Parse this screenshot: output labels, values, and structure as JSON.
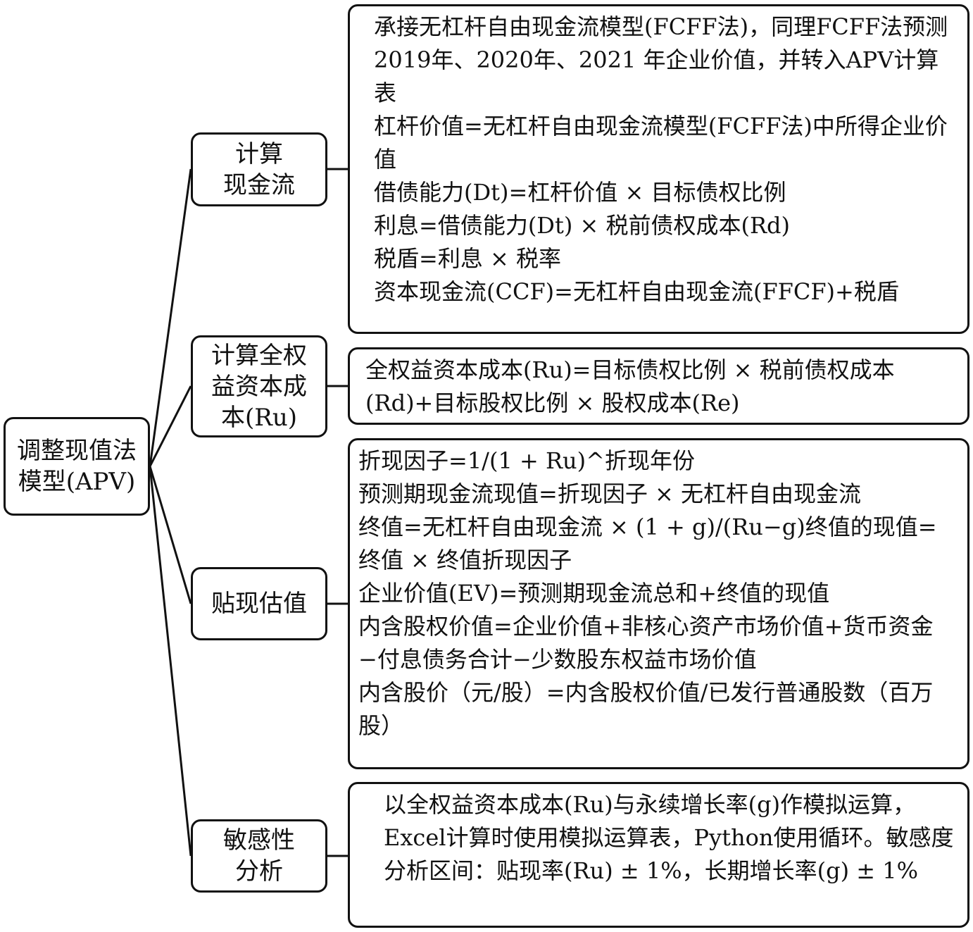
{
  "root": {
    "line1": "调整现值法",
    "line2": "模型(APV)"
  },
  "branches": [
    {
      "label_lines": [
        "计算",
        "现金流"
      ],
      "details": [
        "承接无杠杆自由现金流模型(FCFF法)，同理FCFF法预测2019年、2020年、2021 年企业价值，并转入APV计算表",
        "杠杆价值=无杠杆自由现金流模型(FCFF法)中所得企业价值",
        "借债能力(Dt)=杠杆价值 × 目标债权比例",
        "利息=借债能力(Dt) × 税前债权成本(Rd)",
        "税盾=利息 × 税率",
        "资本现金流(CCF)=无杠杆自由现金流(FFCF)+税盾"
      ]
    },
    {
      "label_lines": [
        "计算全权",
        "益资本成",
        "本(Ru)"
      ],
      "details": [
        "全权益资本成本(Ru)=目标债权比例 × 税前债权成本(Rd)+目标股权比例 × 股权成本(Re)"
      ]
    },
    {
      "label_lines": [
        "贴现估值"
      ],
      "details": [
        "折现因子=1/(1 + Ru)^折现年份",
        "预测期现金流现值=折现因子 × 无杠杆自由现金流",
        "终值=无杠杆自由现金流 × (1 + g)/(Ru−g)终值的现值=终值 × 终值折现因子",
        "企业价值(EV)=预测期现金流总和+终值的现值",
        "内含股权价值=企业价值+非核心资产市场价值+货币资金−付息债务合计−少数股东权益市场价值",
        "内含股价（元/股）=内含股权价值/已发行普通股数（百万股）"
      ]
    },
    {
      "label_lines": [
        "敏感性",
        "分析"
      ],
      "details": [
        "以全权益资本成本(Ru)与永续增长率(g)作模拟运算，Excel计算时使用模拟运算表，Python使用循环。敏感度分析区间：贴现率(Ru) ± 1%，长期增长率(g) ± 1%"
      ]
    }
  ]
}
